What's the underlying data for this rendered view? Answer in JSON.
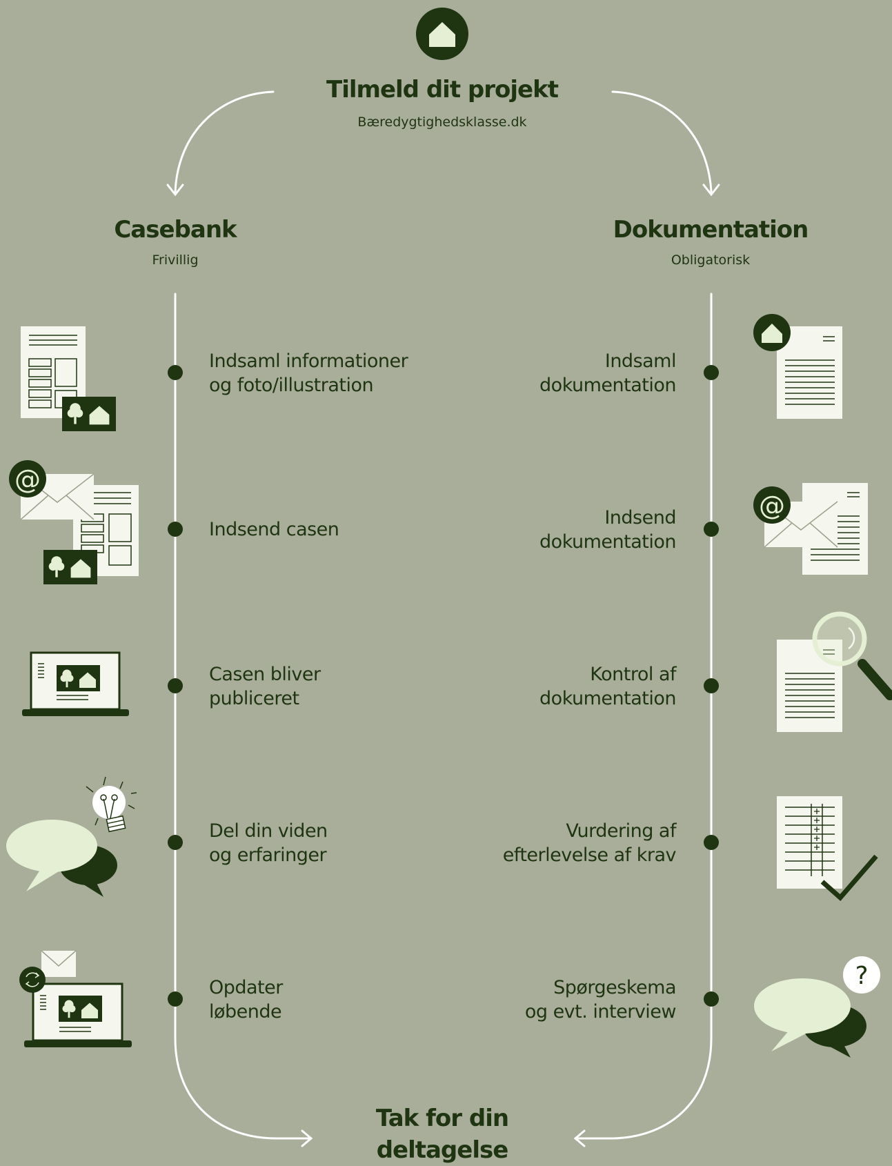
{
  "colors": {
    "background": "#a9ae9a",
    "dark_green": "#1f3410",
    "light_green": "#e4efd4",
    "paper": "#f5f7ee",
    "line": "#ffffff"
  },
  "header": {
    "icon": "house-icon",
    "title": "Tilmeld dit projekt",
    "subtitle": "Bæredygtighedsklasse.dk"
  },
  "left_column": {
    "title": "Casebank",
    "subtitle": "Frivillig",
    "steps": [
      {
        "label": "Indsaml informationer\nog foto/illustration",
        "icon": "document-with-photo-icon"
      },
      {
        "label": "Indsend casen",
        "icon": "email-with-document-icon"
      },
      {
        "label": "Casen bliver\npubliceret",
        "icon": "laptop-icon"
      },
      {
        "label": "Del din viden\nog erfaringer",
        "icon": "speech-bubbles-lightbulb-icon"
      },
      {
        "label": "Opdater\nløbende",
        "icon": "laptop-update-icon"
      }
    ]
  },
  "right_column": {
    "title": "Dokumentation",
    "subtitle": "Obligatorisk",
    "steps": [
      {
        "label": "Indsaml\ndokumentation",
        "icon": "document-house-icon"
      },
      {
        "label": "Indsend\ndokumentation",
        "icon": "email-with-document-icon"
      },
      {
        "label": "Kontrol af\ndokumentation",
        "icon": "magnifier-document-icon"
      },
      {
        "label": "Vurdering af\nefterlevelse af krav",
        "icon": "checklist-icon"
      },
      {
        "label": "Spørgeskema\nog evt. interview",
        "icon": "speech-bubbles-question-icon"
      }
    ]
  },
  "footer": {
    "title": "Tak for din\ndeltagelse"
  }
}
